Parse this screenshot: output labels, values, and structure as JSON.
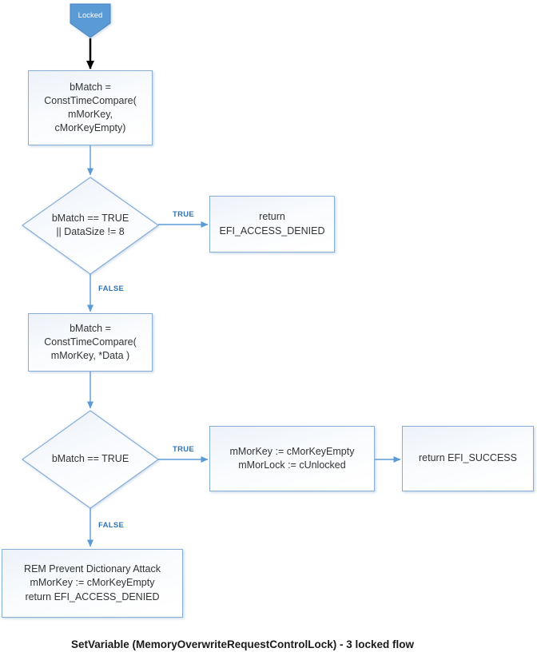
{
  "diagram": {
    "caption": "SetVariable (MemoryOverwriteRequestControlLock) - 3 locked flow",
    "start_label": "Locked",
    "nodes": {
      "compare_empty": "bMatch =\nConstTimeCompare(\nmMorKey,\ncMorKeyEmpty)",
      "decision_match_or_datasize": "bMatch == TRUE\n|| DataSize != 8",
      "return_access_denied": "return\nEFI_ACCESS_DENIED",
      "compare_data": "bMatch =\nConstTimeCompare(\nmMorKey, *Data )",
      "decision_match": "bMatch == TRUE",
      "clear_key_unlock": "mMorKey := cMorKeyEmpty\nmMorLock := cUnlocked",
      "return_success": "return EFI_SUCCESS",
      "prevent_dictionary_attack": "REM Prevent Dictionary Attack\nmMorKey := cMorKeyEmpty\nreturn EFI_ACCESS_DENIED"
    },
    "edge_labels": {
      "decision1_true": "TRUE",
      "decision1_false": "FALSE",
      "decision2_true": "TRUE",
      "decision2_false": "FALSE"
    },
    "colors": {
      "start_fill": "#5b9bd5",
      "start_border": "#4a86c5",
      "shape_border": "#88aed6",
      "connector_blue": "#5b9bd5",
      "edge_label_blue": "#2e75b6",
      "start_arrow": "#000000",
      "text": "#333333"
    }
  }
}
